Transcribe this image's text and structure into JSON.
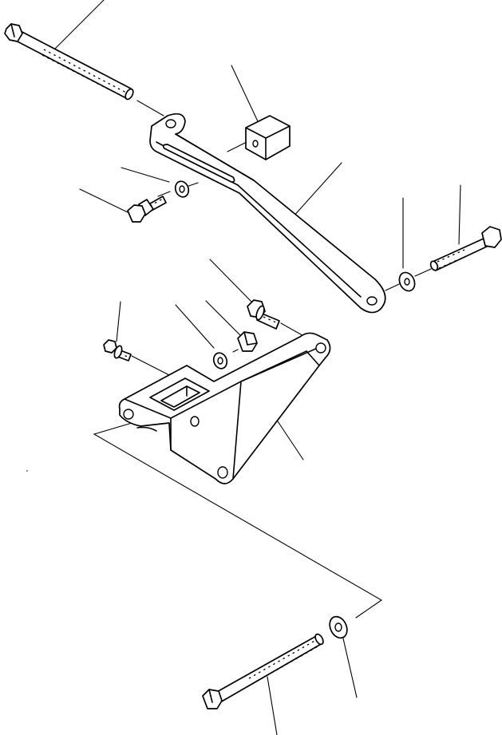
{
  "figure": {
    "kind": "exploded-parts-diagram",
    "labels_visible": false,
    "line_color": "#000000",
    "background": "#ffffff"
  },
  "parts": [
    {
      "id": "long-bolt-top",
      "icon": "hex-bolt-icon"
    },
    {
      "id": "spacer-block",
      "icon": "square-block-icon"
    },
    {
      "id": "adjusting-bar",
      "icon": "slotted-bar-icon"
    },
    {
      "id": "washer-left",
      "icon": "washer-icon"
    },
    {
      "id": "bolt-left",
      "icon": "flange-bolt-icon"
    },
    {
      "id": "washer-right",
      "icon": "washer-icon"
    },
    {
      "id": "bolt-right",
      "icon": "hex-bolt-icon"
    },
    {
      "id": "bracket-bolt",
      "icon": "flange-bolt-icon"
    },
    {
      "id": "nut",
      "icon": "hex-nut-icon"
    },
    {
      "id": "washer-mid",
      "icon": "washer-icon"
    },
    {
      "id": "small-bolt",
      "icon": "flange-bolt-icon"
    },
    {
      "id": "mounting-bracket",
      "icon": "bracket-icon"
    },
    {
      "id": "washer-bottom",
      "icon": "washer-icon"
    },
    {
      "id": "long-bolt-bottom",
      "icon": "hex-bolt-icon"
    }
  ]
}
